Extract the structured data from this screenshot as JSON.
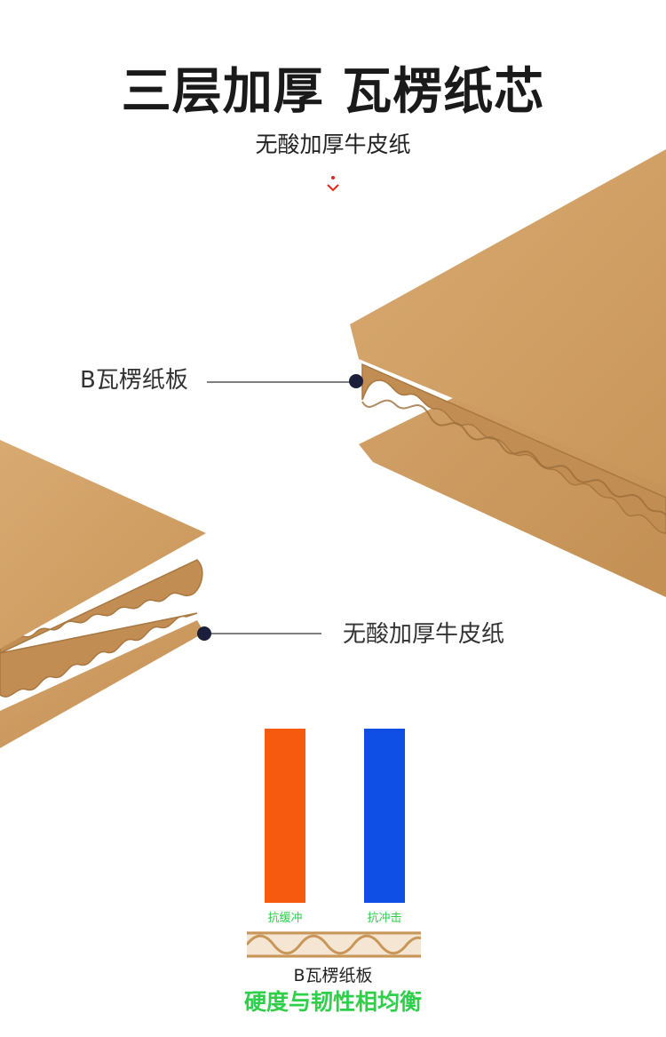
{
  "heading": {
    "title": "三层加厚 瓦楞纸芯",
    "subtitle": "无酸加厚牛皮纸"
  },
  "callouts": {
    "corrugated_label": "B瓦楞纸板",
    "kraft_label": "无酸加厚牛皮纸"
  },
  "properties": {
    "bar_left_label": "抗缓冲",
    "bar_right_label": "抗冲击",
    "board_label": "B瓦楞纸板",
    "tagline": "硬度与韧性相均衡"
  },
  "colors": {
    "kraft": "#d2a26c",
    "kraft_dark": "#b98a55",
    "bar_left": "#f55a0f",
    "bar_right": "#0f4fe6",
    "accent_green": "#2fcf4a",
    "chevron": "#e0261d",
    "callout_dot": "#1b1f3b"
  },
  "icons": {
    "chevron": "chevron-down-icon"
  }
}
